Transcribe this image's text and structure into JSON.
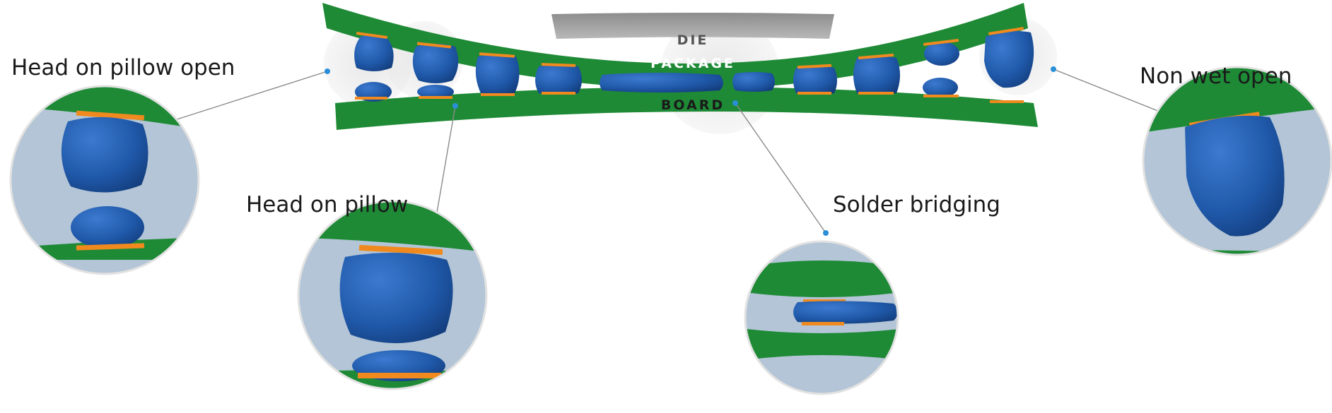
{
  "labels": {
    "die": "DIE",
    "package": "PACKAGE",
    "board": "BOARD"
  },
  "callouts": {
    "hop_open": "Head on pillow open",
    "hop": "Head on pillow",
    "bridging": "Solder bridging",
    "nonwet": "Non wet open"
  },
  "colors": {
    "pcb_green": "#1e8a36",
    "solder_blue": "#1f58a8",
    "pad_orange": "#f08a1e",
    "die_gray": "#9a9a9a",
    "gap_blue_gray": "#b3c5d6",
    "leader_line": "#8a8a8a",
    "leader_dot": "#2b8fd8"
  }
}
